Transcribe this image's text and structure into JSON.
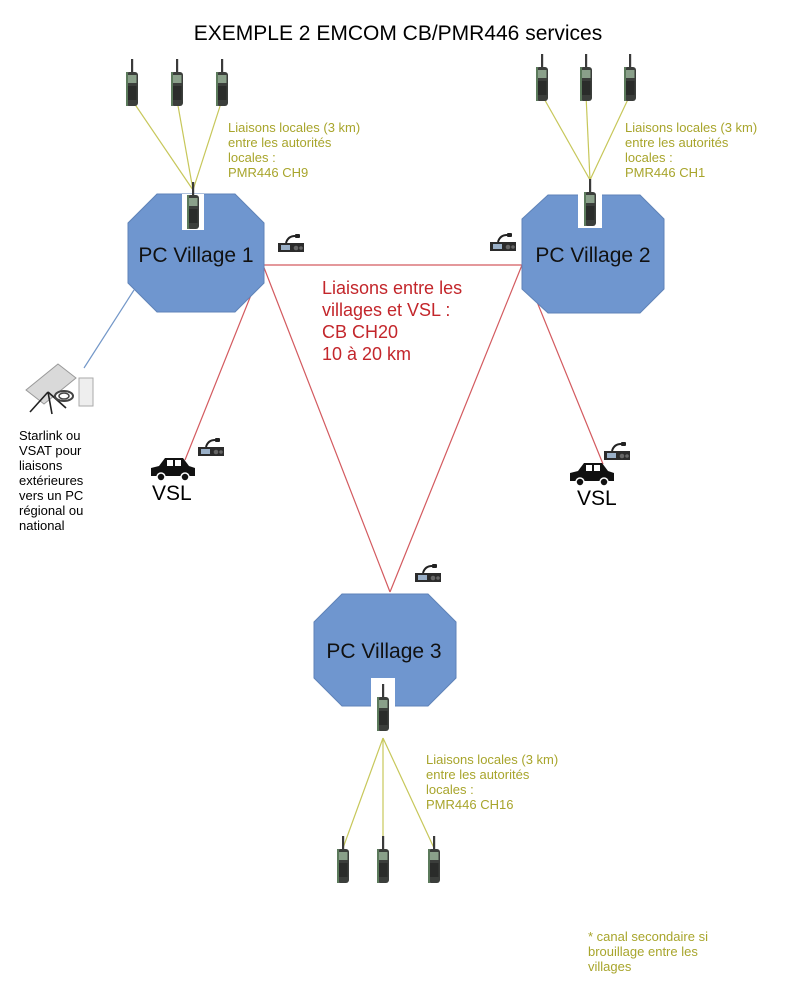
{
  "title": "EXEMPLE 2 EMCOM CB/PMR446 services",
  "villages": [
    {
      "label": "PC Village 1"
    },
    {
      "label": "PC Village 2"
    },
    {
      "label": "PC Village 3"
    }
  ],
  "local_links": [
    {
      "text": "Liaisons locales (3 km)\nentre les  autorités\nlocales :\nPMR446 CH9"
    },
    {
      "text": "Liaisons locales (3 km)\nentre les autorités\nlocales :\nPMR446 CH1"
    },
    {
      "text": "Liaisons locales (3 km)\nentre les autorités\nlocales :\nPMR446 CH16"
    }
  ],
  "cb_link": {
    "text": "Liaisons entre les\nvillages et VSL :\nCB CH20\n10 à 20 km"
  },
  "vsl": [
    "VSL",
    "VSL"
  ],
  "starlink": {
    "text": "Starlink ou\nVSAT pour\nliaisons\nextérieures\nvers un PC\nrégional ou\nnational"
  },
  "footnote": {
    "text": "* canal secondaire si\nbrouillage entre les\nvillages"
  },
  "colors": {
    "octagon_fill": "#6f96cf",
    "octagon_stroke": "#5f83b8",
    "cb_line": "#d35a5f",
    "pmr_line": "#c7c75a",
    "satellite_line": "#7397c8",
    "olive_text": "#a8a52c",
    "red_text": "#c3262b"
  },
  "icons": [
    "walkie-talkie-icon",
    "cb-radio-icon",
    "car-icon",
    "satellite-dish-icon"
  ]
}
